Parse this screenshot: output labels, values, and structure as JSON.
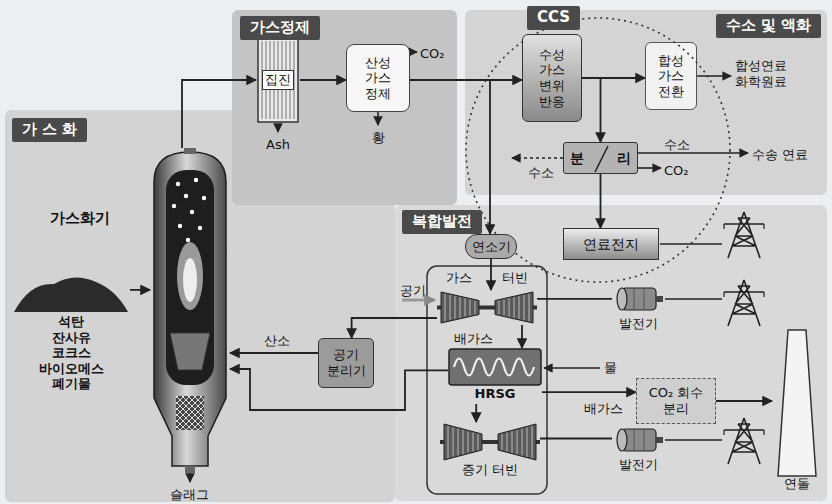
{
  "diagram": {
    "nodes": [
      {
        "text": [
          "가 스 화"
        ]
      },
      {
        "text": [
          "석탄 잔사유 코크스 바이오메스 폐기물"
        ],
        "in": 0
      },
      {
        "text": [
          "가스화기"
        ],
        "in": 0
      },
      {
        "text": [
          "공기 분리기"
        ],
        "in": 0
      },
      {
        "text": [
          "가스정제"
        ]
      },
      {
        "text": [
          "집진"
        ],
        "in": 4
      },
      {
        "text": [
          "산성 가스 정제"
        ],
        "in": 4
      },
      {
        "text": [
          "수소 및 액화"
        ]
      },
      {
        "text": [
          "CCS"
        ]
      },
      {
        "text": [
          "수성 가스 변위 반응"
        ],
        "in": 8
      },
      {
        "text": [
          "합성 가스 전환"
        ],
        "in": 7
      },
      {
        "text": [
          "분 리"
        ],
        "in": 8
      },
      {
        "text": [
          "복합발전"
        ]
      },
      {
        "text": [
          "연소기"
        ],
        "in": 12
      },
      {
        "text": [
          "가스 터빈"
        ],
        "in": 12
      },
      {
        "text": [
          "HRSG"
        ],
        "in": 12
      },
      {
        "text": [
          "증기 터빈"
        ],
        "in": 12
      },
      {
        "text": [
          "연료전지"
        ],
        "in": 12
      },
      {
        "text": [
          "발전기"
        ],
        "in": 12
      },
      {
        "text": [
          "발전기"
        ],
        "in": 12
      },
      {
        "text": [
          "CO₂ 회수 분리"
        ],
        "in": 12
      },
      {
        "text": [
          "연돌"
        ],
        "in": 12
      }
    ],
    "edges": [
      {
        "from": 1,
        "to": 2,
        "arrow": "to"
      },
      {
        "from": 3,
        "to": 2,
        "arrow": "to",
        "label": "산소"
      },
      {
        "from": 2,
        "to": 5,
        "arrow": "to"
      },
      {
        "from": 5,
        "to": 6,
        "arrow": "to"
      },
      {
        "from": 6,
        "to": 9,
        "arrow": "to"
      },
      {
        "from": 6,
        "to": 13,
        "arrow": "to"
      },
      {
        "from": 9,
        "to": 10,
        "arrow": "to"
      },
      {
        "from": 9,
        "to": 11,
        "arrow": "to"
      },
      {
        "from": 11,
        "to": 17,
        "arrow": "to"
      },
      {
        "from": 13,
        "to": 14,
        "arrow": "to"
      },
      {
        "from": 14,
        "to": 15,
        "arrow": "to",
        "label": "배가스"
      },
      {
        "from": 15,
        "to": 16,
        "arrow": "to"
      },
      {
        "from": 15,
        "to": 20,
        "arrow": "to",
        "label": "배가스"
      },
      {
        "from": 20,
        "to": 21,
        "arrow": "to"
      },
      {
        "from": 14,
        "to": 18,
        "arrow": "none"
      },
      {
        "from": 16,
        "to": 19,
        "arrow": "none"
      },
      {
        "from": 15,
        "to": 2,
        "arrow": "to"
      },
      {
        "from": 14,
        "to": 3,
        "arrow": "to"
      }
    ],
    "labels": [
      "슬래그",
      "Ash",
      "황",
      "CO₂",
      "합성연료 화학원료",
      "수소",
      "수송 연료",
      "수소",
      "CO₂",
      "공기",
      "물"
    ]
  }
}
